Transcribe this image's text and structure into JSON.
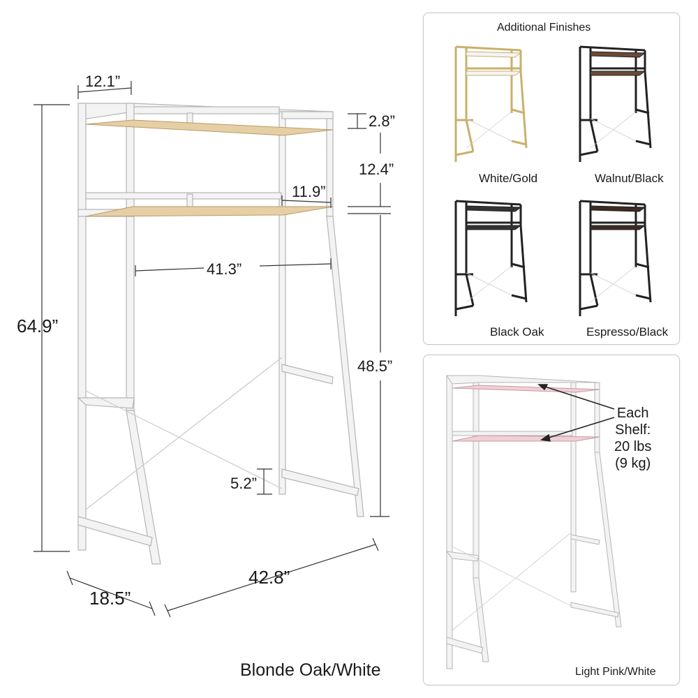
{
  "main_product": {
    "finish_name": "Blonde Oak/White",
    "colors": {
      "frame": "#f2f2f2",
      "frame_edge": "#b5b5b5",
      "shelf": "#e6cfa4",
      "shelf_edge": "#b8996a"
    }
  },
  "dimensions": {
    "depth_top": "12.1”",
    "gap_top": "2.8”",
    "shelf_spacing": "12.4”",
    "shelf_depth": "11.9”",
    "inner_width": "41.3”",
    "total_height": "64.9”",
    "clearance_height": "48.5”",
    "foot_height": "5.2”",
    "base_depth": "18.5”",
    "base_width": "42.8”"
  },
  "finishes_panel": {
    "title": "Additional Finishes",
    "items": [
      {
        "label": "White/Gold",
        "frame": "#c9b06a",
        "shelf": "#f4f4f4"
      },
      {
        "label": "Walnut/Black",
        "frame": "#222222",
        "shelf": "#6b4a35"
      },
      {
        "label": "Black Oak",
        "frame": "#222222",
        "shelf": "#333333"
      },
      {
        "label": "Espresso/Black",
        "frame": "#222222",
        "shelf": "#3d2b22"
      }
    ]
  },
  "pink_panel": {
    "label": "Light Pink/White",
    "callout": [
      "Each",
      "Shelf:",
      "20 lbs",
      "(9 kg)"
    ],
    "frame": "#f2f2f2",
    "shelf": "#f1cfd6"
  }
}
